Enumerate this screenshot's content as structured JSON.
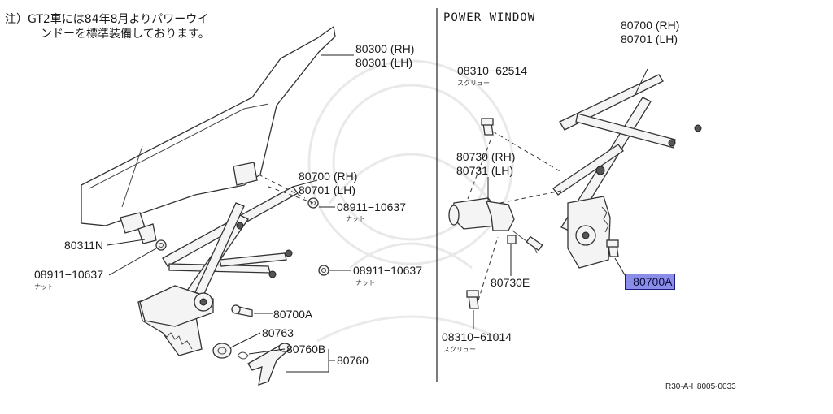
{
  "note": {
    "line1": "注）GT2車には84年8月よりパワーウイ",
    "line2": "ンドーを標準装備しております。"
  },
  "section_title": "POWER WINDOW",
  "drawing_ref": "R30-A-H8005-0033",
  "colors": {
    "ink": "#1a1a1a",
    "highlight": "#8b8ee8",
    "highlight_border": "#1b1b80"
  },
  "left_labels": {
    "glass_rh": "80300 (RH)",
    "glass_lh": "80301 (LH)",
    "regulator_rh": "80700 (RH)",
    "regulator_lh": "80701 (LH)",
    "nut_upper": "08911−10637",
    "nut_upper_sub": "ナット",
    "nut_mid": "08911−10637",
    "nut_mid_sub": "ナット",
    "nut_left": "08911−10637",
    "nut_left_sub": "ナット",
    "clip": "80311N",
    "bolt": "80700A",
    "washer": "80763",
    "handle_sub": "80760B",
    "handle": "80760"
  },
  "right_labels": {
    "regulator_rh": "80700 (RH)",
    "regulator_lh": "80701 (LH)",
    "screw_upper": "08310−62514",
    "screw_upper_sub": "スクリュー",
    "motor_rh": "80730 (RH)",
    "motor_lh": "80731 (LH)",
    "motor_part": "80730E",
    "screw_lower": "08310−61014",
    "screw_lower_sub": "スクリュー",
    "bolt_highlighted": "−80700A"
  }
}
